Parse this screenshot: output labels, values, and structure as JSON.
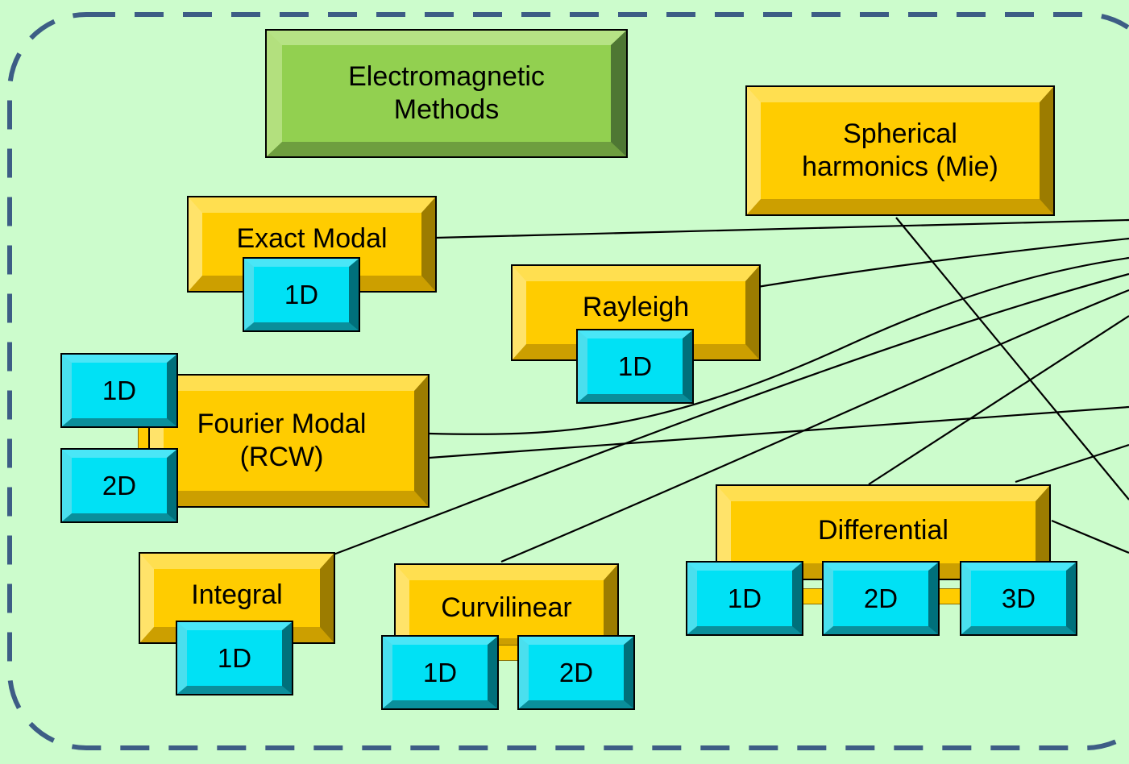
{
  "title": {
    "line1": "Electromagnetic",
    "line2": "Methods"
  },
  "methods": {
    "mie": {
      "line1": "Spherical",
      "line2": "harmonics (Mie)"
    },
    "exact_modal": {
      "label": "Exact Modal",
      "dims": [
        "1D"
      ]
    },
    "rayleigh": {
      "label": "Rayleigh",
      "dims": [
        "1D"
      ]
    },
    "fourier_modal": {
      "line1": "Fourier Modal",
      "line2": "(RCW)",
      "dims": [
        "1D",
        "2D"
      ]
    },
    "integral": {
      "label": "Integral",
      "dims": [
        "1D"
      ]
    },
    "curvilinear": {
      "label": "Curvilinear",
      "dims": [
        "1D",
        "2D"
      ]
    },
    "differential": {
      "label": "Differential",
      "dims": [
        "1D",
        "2D",
        "3D"
      ]
    }
  },
  "colors": {
    "background": "#ccfccc",
    "frame": "#3d5d85",
    "method_box": "#ffcc00",
    "title_box": "#92d050",
    "dimension_box": "#00e1f5"
  }
}
